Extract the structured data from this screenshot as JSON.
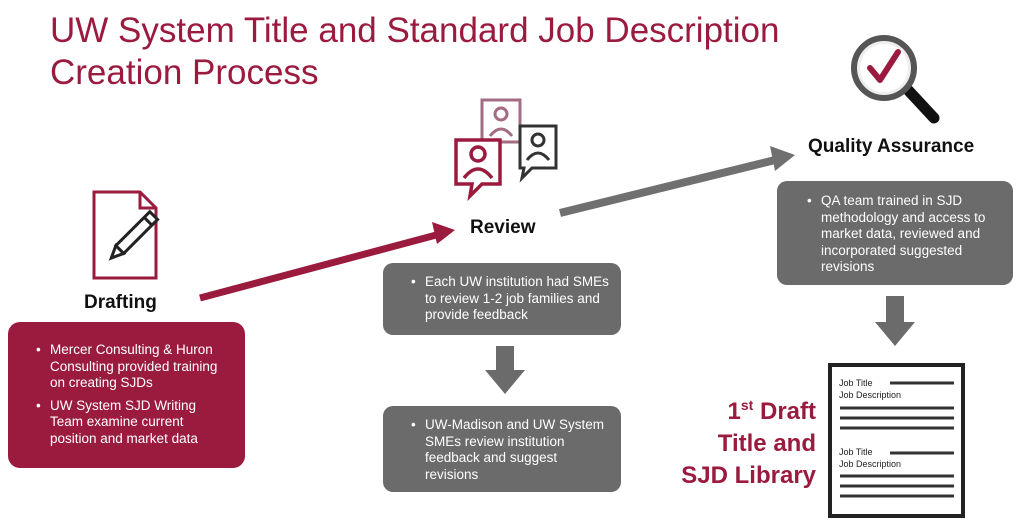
{
  "title_line1": "UW System Title and Standard Job Description",
  "title_line2": "Creation Process",
  "colors": {
    "accent": "#9b1b3f",
    "gray_box": "#6b6b6b",
    "arrow_gray": "#707070"
  },
  "stages": {
    "drafting": {
      "label": "Drafting",
      "icon": "document-pencil-icon",
      "bullets": [
        "Mercer Consulting & Huron Consulting provided training on creating SJDs",
        "UW System SJD Writing Team examine current position and market data"
      ]
    },
    "review": {
      "label": "Review",
      "icon": "people-chat-icon",
      "bullets_1": [
        "Each UW institution had SMEs to review 1-2 job families and provide feedback"
      ],
      "bullets_2": [
        "UW-Madison and UW System SMEs review institution feedback and suggest revisions"
      ]
    },
    "qa": {
      "label": "Quality Assurance",
      "icon": "magnifier-check-icon",
      "bullets": [
        "QA team trained in SJD methodology and access to market data, reviewed and incorporated suggested revisions"
      ]
    },
    "library": {
      "label_num": "1",
      "label_sup": "st",
      "label_rest1": " Draft",
      "label_line2": "Title and",
      "label_line3": "SJD Library",
      "icon": "document-list-icon",
      "doc_title_1": "Job Title",
      "doc_desc_1": "Job Description",
      "doc_title_2": "Job Title",
      "doc_desc_2": "Job Description"
    }
  }
}
